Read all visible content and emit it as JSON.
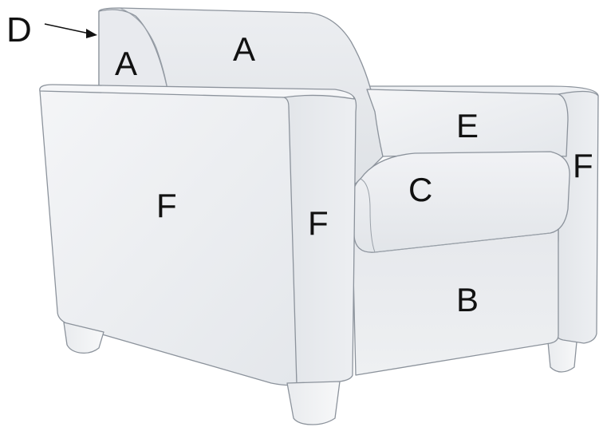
{
  "labels": {
    "d": "D",
    "a_side": "A",
    "a_back": "A",
    "e": "E",
    "c": "C",
    "b": "B",
    "f_left": "F",
    "f_front": "F",
    "f_right": "F"
  },
  "colors": {
    "upholstery_light": "#eef0f3",
    "upholstery_mid": "#e1e4e8",
    "upholstery_shadow": "#d3d7dc",
    "outline": "#8c939c",
    "label_text": "#111111",
    "arrow": "#111111"
  }
}
